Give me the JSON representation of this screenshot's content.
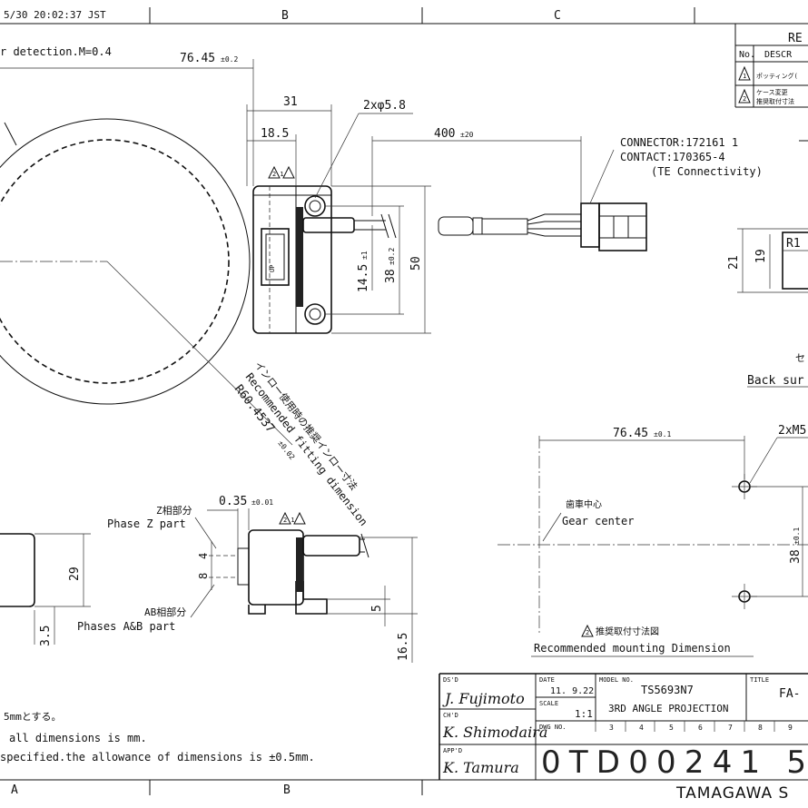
{
  "header": {
    "timestamp": "5/30 20:02:37 JST",
    "col_b": "B",
    "col_c": "C"
  },
  "footer": {
    "col_a": "A",
    "col_b": "B",
    "brand": "TAMAGAWA S"
  },
  "notes": {
    "detection": "r detection.M=0.4",
    "note_jp": "5mmとする。",
    "note_unit": "all dimensions is mm.",
    "note_tol": "specified.the allowance of dimensions is ±0.5mm."
  },
  "revision": {
    "title": "RE",
    "col_no": "No.",
    "col_desc": "DESCR",
    "row1_desc": "ポッティング(",
    "row2_desc1": "ケース変更",
    "row2_desc2": "推奨取付寸法",
    "rev1": "1",
    "rev2": "2"
  },
  "top_view": {
    "dim_width": "76.45",
    "dim_width_tol": "±0.2",
    "dim_31": "31",
    "dim_185": "18.5",
    "dim_holes": "2xφ5.8",
    "dim_cable": "400",
    "dim_cable_tol": "±20",
    "dim_145": "14.5",
    "dim_145_tol": "±1",
    "dim_38": "38",
    "dim_38_tol": "±0.2",
    "dim_50": "50",
    "fit_jp": "インロー使用時の推奨インロー寸法",
    "fit_en": "Recommended fitting dimension",
    "fit_r": "R60.4537",
    "fit_r_tol": "±0.02",
    "label_up": "UP",
    "rev_marks": "2 1"
  },
  "connector": {
    "line1": "CONNECTOR:172161 1",
    "line2": "CONTACT:170365-4",
    "line3": "(TE Connectivity)"
  },
  "right_view": {
    "dim_21": "21",
    "dim_19": "19",
    "dim_r": "R1",
    "back_surface": "Back sur",
    "se": "セ"
  },
  "side_view": {
    "z_jp": "Z相部分",
    "z_en": "Phase Z part",
    "ab_jp": "AB相部分",
    "ab_en": "Phases A&B part",
    "dim_035": "0.35",
    "dim_035_tol": "±0.01",
    "dim_4": "4",
    "dim_8": "8",
    "dim_5": "5",
    "dim_165": "16.5",
    "dim_29": "29",
    "dim_35": "3.5",
    "rev_marks": "2 1"
  },
  "mounting": {
    "dim_width": "76.45",
    "dim_width_tol": "±0.1",
    "dim_holes": "2xM5",
    "dim_38": "38",
    "dim_38_tol": "±0.1",
    "gear_jp": "歯車中心",
    "gear_en": "Gear center",
    "caption_jp": "推奨取付寸法図",
    "caption_en": "Recommended mounting Dimension",
    "rev_mark": "2"
  },
  "title_block": {
    "dsd_label": "DS'D",
    "dsd_sign": "J. Fujimoto",
    "chd_label": "CH'D",
    "chd_sign": "K. Shimodaira",
    "appd_label": "APP'D",
    "appd_sign": "K. Tamura",
    "date_label": "DATE",
    "date_value": "11. 9.22",
    "scale_label": "SCALE",
    "scale_value": "1:1",
    "model_label": "MODEL NO.",
    "model_value": "TS5693N7",
    "projection": "3RD ANGLE PROJECTION",
    "title_label": "TITLE",
    "title_value": "FA-",
    "dwg_label": "DWG NO.",
    "dwg_value": "0TD00241 5",
    "col_numbers": [
      "3",
      "4",
      "5",
      "6",
      "7",
      "8",
      "9"
    ]
  }
}
